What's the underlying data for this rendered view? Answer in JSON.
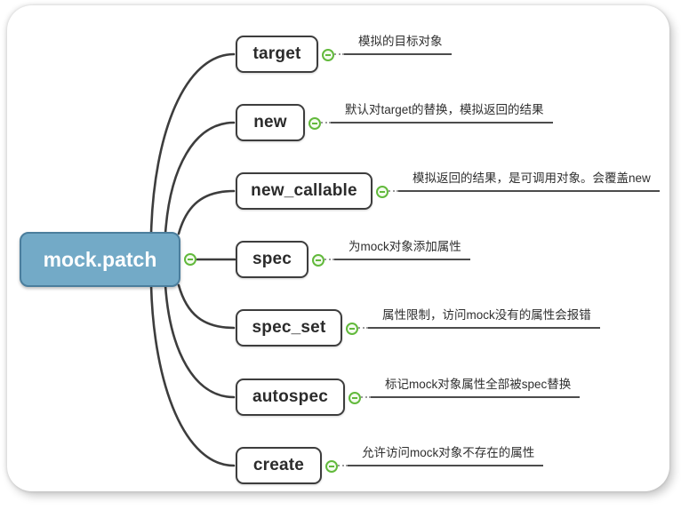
{
  "diagram": {
    "type": "mindmap",
    "root": {
      "label": "mock.patch"
    },
    "nodes": [
      {
        "label": "target",
        "note": "模拟的目标对象"
      },
      {
        "label": "new",
        "note": "默认对target的替换，模拟返回的结果"
      },
      {
        "label": "new_callable",
        "note": "模拟返回的结果，是可调用对象。会覆盖new"
      },
      {
        "label": "spec",
        "note": "为mock对象添加属性"
      },
      {
        "label": "spec_set",
        "note": "属性限制，访问mock没有的属性会报错"
      },
      {
        "label": "autospec",
        "note": "标记mock对象属性全部被spec替换"
      },
      {
        "label": "create",
        "note": "允许访问mock对象不存在的属性"
      }
    ],
    "colors": {
      "root_fill": "#73aac7",
      "root_border": "#4b7e9d",
      "node_border": "#3d3d3d",
      "branch_line": "#3d3d3d",
      "collapse_green": "#62b93c",
      "note_underline": "#4c4c4c"
    }
  }
}
